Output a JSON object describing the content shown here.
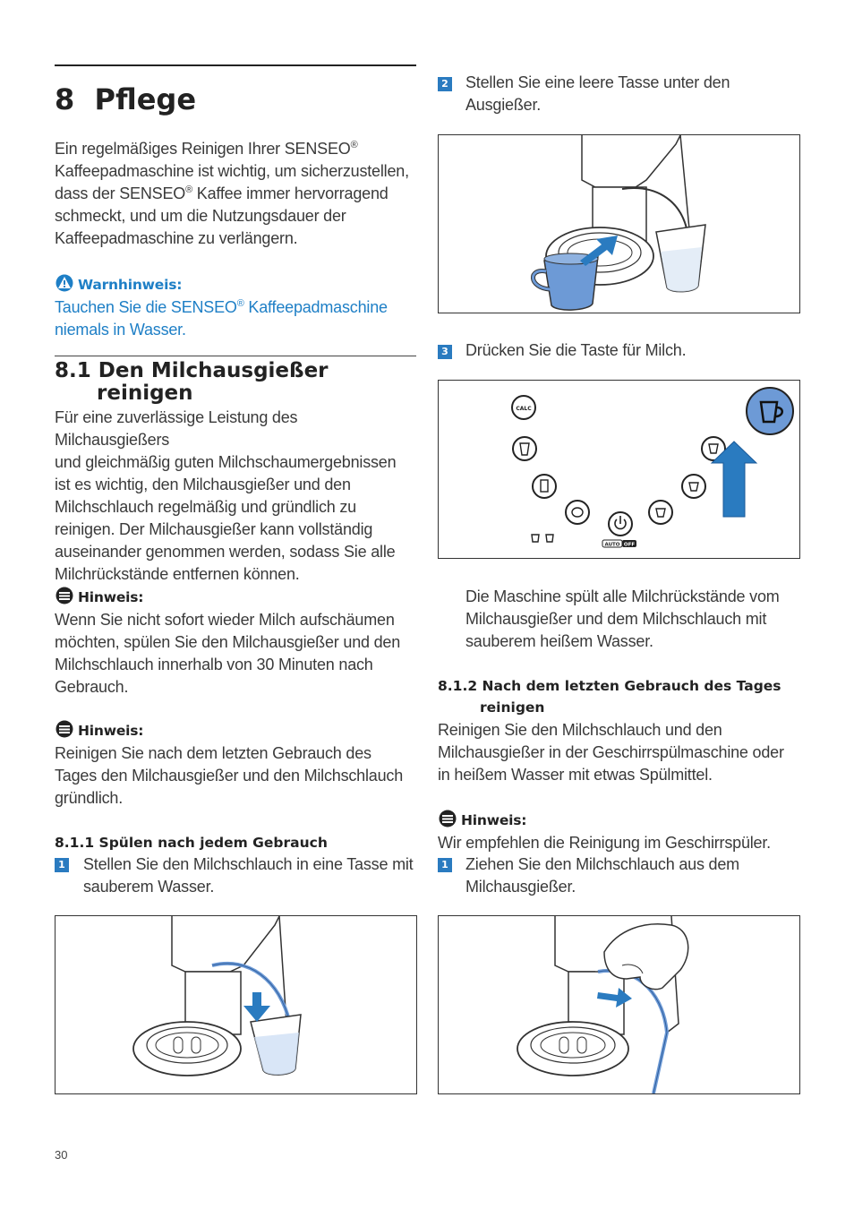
{
  "chapter": {
    "number": "8",
    "title": "Pflege"
  },
  "intro": {
    "line1": "Ein regelmäßiges Reinigen Ihrer SENSEO",
    "line2": "Kaffeepadmaschine ist wichtig, um sicherzustellen,",
    "line3a": "dass der SENSEO",
    "line3b": " Kaffee immer hervorragend",
    "line4": "schmeckt, und um die Nutzungsdauer der",
    "line5": "Kaffeepadmaschine zu verlängern.",
    "reg": "®"
  },
  "warning": {
    "label": "Warnhinweis:",
    "line1a": "Tauchen Sie die SENSEO",
    "line1b": " Kaffeepadmaschine",
    "line2": "niemals in Wasser."
  },
  "section_8_1": {
    "number": "8.1",
    "title_line1": "Den Milchausgießer",
    "title_line2": "reinigen",
    "lines": [
      "Für eine zuverlässige Leistung des Milchausgießers",
      "und gleichmäßig guten Milchschaumergebnissen",
      "ist es wichtig, den Milchausgießer und den",
      "Milchschlauch regelmäßig und gründlich zu",
      "reinigen. Der Milchausgießer kann vollständig",
      "auseinander genommen werden, sodass Sie alle",
      "Milchrückstände entfernen können."
    ]
  },
  "note1": {
    "label": "Hinweis:",
    "lines": [
      "Wenn Sie nicht sofort wieder Milch aufschäumen",
      "möchten, spülen Sie den Milchausgießer und den",
      "Milchschlauch innerhalb von 30 Minuten nach",
      "Gebrauch."
    ]
  },
  "note2": {
    "label": "Hinweis:",
    "lines": [
      "Reinigen Sie nach dem letzten Gebrauch des",
      "Tages den Milchausgießer und den Milchschlauch",
      "gründlich."
    ]
  },
  "section_8_1_1": {
    "title": "8.1.1 Spülen nach jedem Gebrauch",
    "step1_num": "1",
    "step1_line1": "Stellen Sie den Milchschlauch in eine Tasse mit",
    "step1_line2": "sauberem Wasser."
  },
  "right_col": {
    "step2_num": "2",
    "step2_line1": "Stellen Sie eine leere Tasse unter den",
    "step2_line2": "Ausgießer.",
    "step3_num": "3",
    "step3_line1": "Drücken Sie die Taste für Milch.",
    "result_lines": [
      "Die Maschine spült alle Milchrückstände vom",
      "Milchausgießer und dem Milchschlauch mit",
      "sauberem heißem Wasser."
    ]
  },
  "panel": {
    "calc": "CALC",
    "auto": "AUTO",
    "off": "OFF"
  },
  "section_8_1_2": {
    "title_line1": "8.1.2 Nach dem letzten Gebrauch des Tages",
    "title_line2": "reinigen",
    "lines": [
      "Reinigen Sie den Milchschlauch und den",
      "Milchausgießer in der Geschirrspülmaschine oder",
      "in heißem Wasser mit etwas Spülmittel."
    ]
  },
  "note3": {
    "label": "Hinweis:",
    "line": "Wir empfehlen die Reinigung im Geschirrspüler."
  },
  "step_last": {
    "num": "1",
    "line1": "Ziehen Sie den Milchschlauch aus dem",
    "line2": "Milchausgießer."
  },
  "page_number": "30",
  "colors": {
    "accent_blue": "#2a7bc0",
    "warning_blue": "#1e7fc6",
    "cup_blue": "#6d9ad6"
  }
}
